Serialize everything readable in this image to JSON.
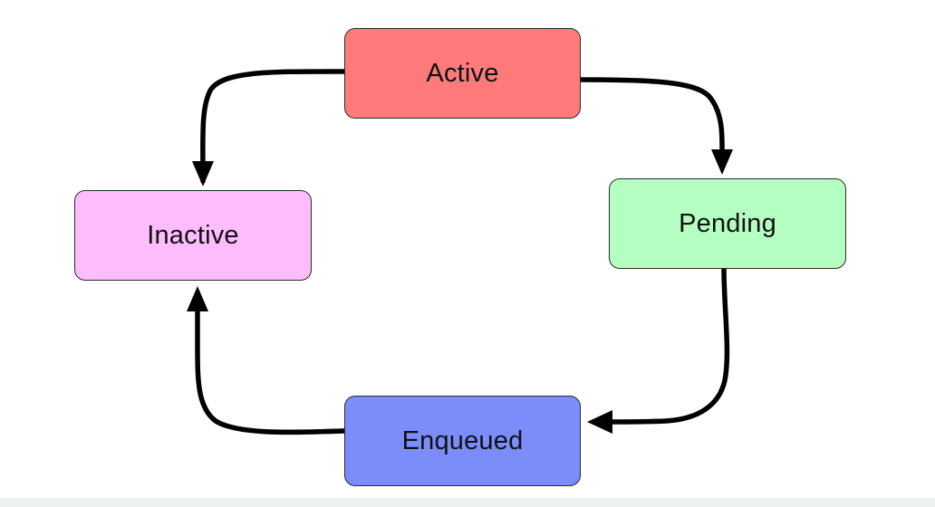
{
  "diagram": {
    "nodes": [
      {
        "id": "active",
        "label": "Active",
        "color": "#ff7b7b"
      },
      {
        "id": "inactive",
        "label": "Inactive",
        "color": "#ffbcff"
      },
      {
        "id": "pending",
        "label": "Pending",
        "color": "#b5ffc3"
      },
      {
        "id": "enqueued",
        "label": "Enqueued",
        "color": "#7a8dfb"
      }
    ],
    "edges": [
      {
        "from": "active",
        "to": "inactive"
      },
      {
        "from": "active",
        "to": "pending"
      },
      {
        "from": "pending",
        "to": "enqueued"
      },
      {
        "from": "enqueued",
        "to": "inactive"
      }
    ],
    "edge_color": "#000000"
  }
}
